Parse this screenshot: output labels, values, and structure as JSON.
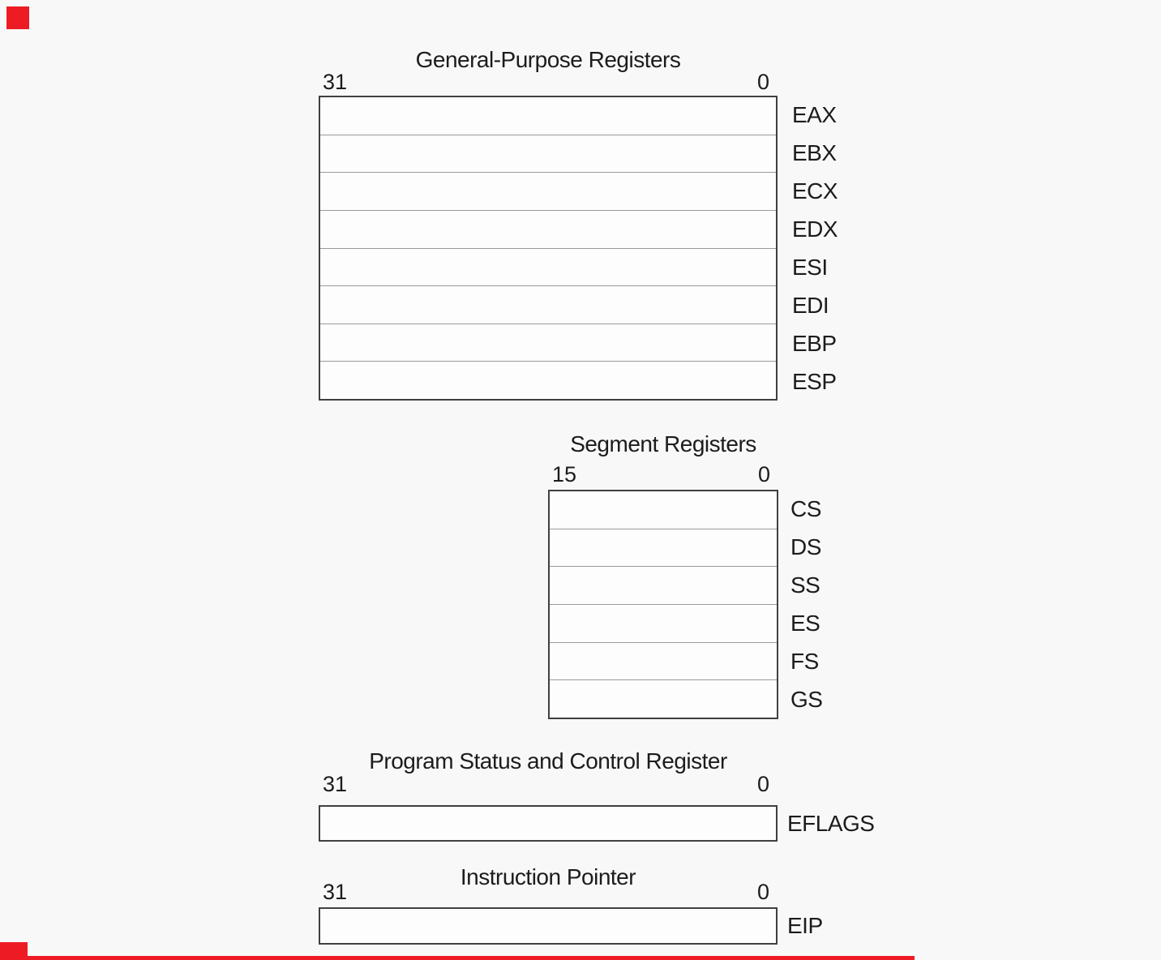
{
  "colors": {
    "background": "#f8f8f8",
    "box_fill": "#fdfdfd",
    "outer_border": "#404040",
    "row_divider": "#9a9a9a",
    "text": "#1c1c1c",
    "red_mark": "#ed1c24"
  },
  "sections": {
    "gpr": {
      "title": "General-Purpose Registers",
      "bit_high": "31",
      "bit_low": "0",
      "registers": [
        "EAX",
        "EBX",
        "ECX",
        "EDX",
        "ESI",
        "EDI",
        "EBP",
        "ESP"
      ]
    },
    "seg": {
      "title": "Segment Registers",
      "bit_high": "15",
      "bit_low": "0",
      "registers": [
        "CS",
        "DS",
        "SS",
        "ES",
        "FS",
        "GS"
      ]
    },
    "status": {
      "title": "Program Status and Control Register",
      "bit_high": "31",
      "bit_low": "0",
      "registers": [
        "EFLAGS"
      ]
    },
    "ip": {
      "title": "Instruction Pointer",
      "bit_high": "31",
      "bit_low": "0",
      "registers": [
        "EIP"
      ]
    }
  }
}
